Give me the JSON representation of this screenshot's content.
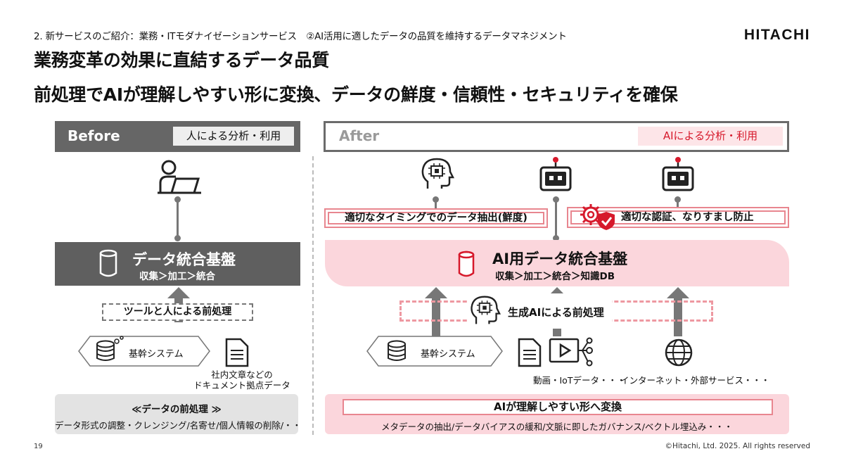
{
  "header": {
    "breadcrumb": "2. 新サービスのご紹介：業務・ITモダナイゼーションサービス　②AI活用に適したデータの品質を維持するデータマネジメント",
    "logo": "HITACHI",
    "title_line1": "業務変革の効果に直結するデータ品質",
    "title_line2": "前処理でAIが理解しやすい形に変換、データの鮮度・信頼性・セキュリティを確保"
  },
  "before": {
    "label": "Before",
    "tag": "人による分析・利用",
    "platform_title": "データ統合基盤",
    "platform_sub": "収集＞加工＞統合",
    "preprocess": "ツールと人による前処理",
    "source_system": "基幹システム",
    "source_docs": "社内文章などの\nドキュメント拠点データ",
    "bottom_title": "≪データの前処理 ≫",
    "bottom_sub": "データ形式の調整・クレンジング/名寄せ/個人情報の削除/・・"
  },
  "after": {
    "label": "After",
    "tag": "AIによる分析・利用",
    "extract_label": "適切なタイミングでのデータ抽出(鮮度)",
    "auth_label": "適切な認証、なりすまし防止",
    "platform_title": "AI用データ統合基盤",
    "platform_sub": "収集＞加工＞統合＞知識DB",
    "preprocess": "生成AIによる前処理",
    "source_system": "基幹システム",
    "source_media": "動画・IoTデータ・・・",
    "source_internet": "インターネット・外部サービス・・・",
    "bottom_title": "AIが理解しやすい形へ変換",
    "bottom_sub": "メタデータの抽出/データバイアスの緩和/文脈に即したガバナンス/ベクトル埋込み・・・"
  },
  "footer": {
    "page": "19",
    "copyright": "©Hitachi, Ltd. 2025. All rights reserved"
  },
  "colors": {
    "accent_red": "#d6192b",
    "pink_fill": "#fbd6dc",
    "pink_border": "#e8868f",
    "dark_gray": "#5f5f5f"
  }
}
